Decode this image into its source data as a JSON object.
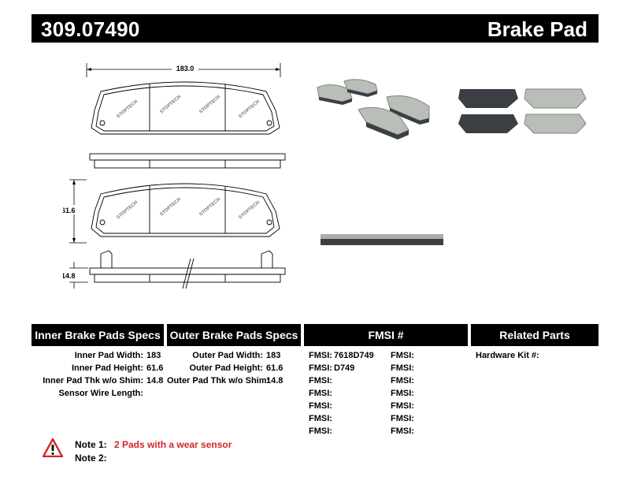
{
  "header": {
    "part_number": "309.07490",
    "title": "Brake Pad"
  },
  "drawing": {
    "width_dim": "183.0",
    "height_dim": "61.6",
    "thickness_dim": "14.8",
    "brand_stamp": "STOPTECH"
  },
  "sections": {
    "inner": {
      "title": "Inner Brake Pads Specs",
      "rows": [
        {
          "label": "Inner Pad Width:",
          "value": "183"
        },
        {
          "label": "Inner Pad Height:",
          "value": "61.6"
        },
        {
          "label": "Inner Pad Thk w/o Shim:",
          "value": "14.8"
        },
        {
          "label": "Sensor Wire Length:",
          "value": ""
        }
      ]
    },
    "outer": {
      "title": "Outer Brake Pads Specs",
      "rows": [
        {
          "label": "Outer Pad Width:",
          "value": "183"
        },
        {
          "label": "Outer Pad Height:",
          "value": "61.6"
        },
        {
          "label": "Outer Pad Thk w/o Shim:",
          "value": "14.8"
        }
      ]
    },
    "fmsi": {
      "title": "FMSI #",
      "col1": [
        {
          "label": "FMSI:",
          "value": "7618D749"
        },
        {
          "label": "FMSI:",
          "value": "D749"
        },
        {
          "label": "FMSI:",
          "value": ""
        },
        {
          "label": "FMSI:",
          "value": ""
        },
        {
          "label": "FMSI:",
          "value": ""
        },
        {
          "label": "FMSI:",
          "value": ""
        },
        {
          "label": "FMSI:",
          "value": ""
        }
      ],
      "col2": [
        {
          "label": "FMSI:",
          "value": ""
        },
        {
          "label": "FMSI:",
          "value": ""
        },
        {
          "label": "FMSI:",
          "value": ""
        },
        {
          "label": "FMSI:",
          "value": ""
        },
        {
          "label": "FMSI:",
          "value": ""
        },
        {
          "label": "FMSI:",
          "value": ""
        },
        {
          "label": "FMSI:",
          "value": ""
        }
      ]
    },
    "related": {
      "title": "Related Parts",
      "rows": [
        {
          "label": "Hardware Kit #:",
          "value": ""
        }
      ]
    }
  },
  "notes": [
    {
      "label": "Note 1:",
      "text": "2 Pads with a wear sensor"
    },
    {
      "label": "Note 2:",
      "text": ""
    }
  ],
  "colors": {
    "header_bg": "#000000",
    "note_red": "#d2262c",
    "pad_gray": "#b9bfb8",
    "pad_dark": "#3b3f44"
  }
}
